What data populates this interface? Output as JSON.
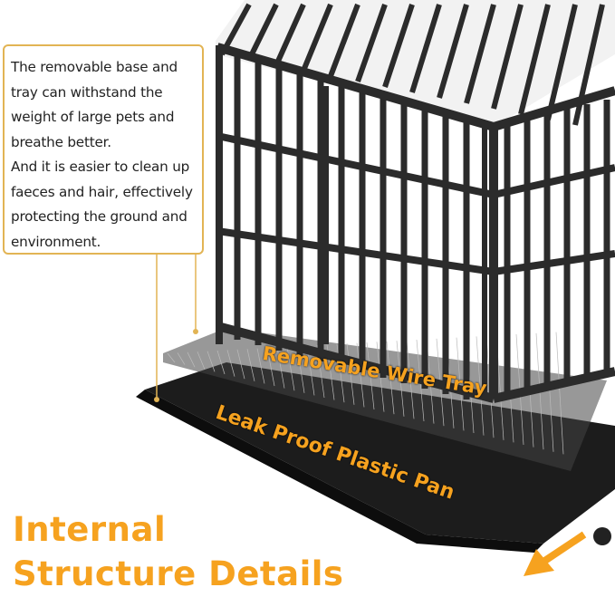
{
  "callout": {
    "text": "The removable base and\ntray can withstand the\nweight of large pets and\nbreathe better.\nAnd it is easier to clean up\nfaeces and hair, effectively\nprotecting the ground and\nenvironment."
  },
  "labels": {
    "wire_tray": "Removable Wire Tray",
    "plastic_pan": "Leak Proof Plastic Pan"
  },
  "title": {
    "line1": "Internal",
    "line2": "Structure Details"
  },
  "colors": {
    "accent": "#f6a21f",
    "cage": "#2b2b2b",
    "pan": "#1c1c1c",
    "callout_border": "#e2b454"
  },
  "icons": [
    "arrow-down-left-icon"
  ]
}
